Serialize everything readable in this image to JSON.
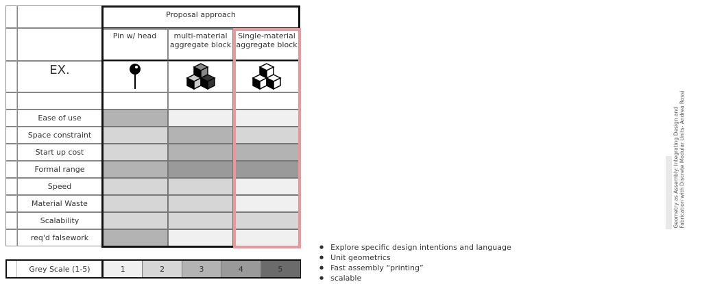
{
  "table": {
    "group_header": "Proposal approach",
    "columns": [
      "Pin w/ head",
      "multi-material aggregate block",
      "Single-material aggregate block"
    ],
    "example_label": "EX.",
    "example_icons": [
      "pushpin-icon",
      "multi-material-cubes-icon",
      "single-material-cubes-icon"
    ],
    "rows": [
      {
        "label": "Ease of use",
        "values": [
          3,
          1,
          1
        ]
      },
      {
        "label": "Space constraint",
        "values": [
          2,
          3,
          2
        ]
      },
      {
        "label": "Start up cost",
        "values": [
          2,
          3,
          3
        ]
      },
      {
        "label": "Formal range",
        "values": [
          3,
          4,
          4
        ]
      },
      {
        "label": "Speed",
        "values": [
          2,
          2,
          1
        ]
      },
      {
        "label": "Material Waste",
        "values": [
          2,
          2,
          1
        ]
      },
      {
        "label": "Scalability",
        "values": [
          2,
          2,
          2
        ]
      },
      {
        "label": "req'd falsework",
        "values": [
          3,
          1,
          1
        ]
      }
    ],
    "highlight_color": "#e8979a"
  },
  "grey_scale": {
    "label": "Grey Scale (1-5)",
    "levels": [
      "1",
      "2",
      "3",
      "4",
      "5"
    ],
    "colors": [
      "#f0f0f0",
      "#d6d6d6",
      "#b3b3b3",
      "#9a9a9a",
      "#6b6b6b"
    ]
  },
  "caption": "Geometry as Assembly: Integrating Design and Fabrication with Discrete Modular Units- Andrea Rossi",
  "bullets": [
    "Explore specific design intentions and language",
    "Unit geometrics",
    "Fast assembly “printing”",
    "scalable"
  ]
}
